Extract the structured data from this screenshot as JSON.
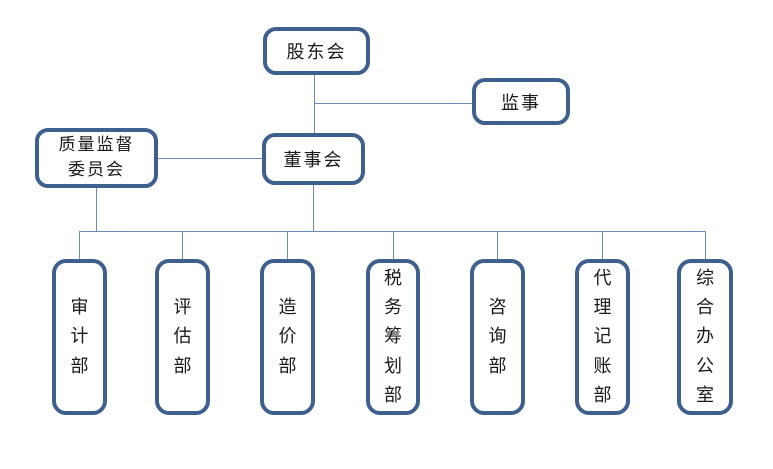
{
  "diagram": {
    "kind": "org-chart",
    "colors": {
      "box_border": "#3d608f",
      "connector": "#6b8cb8",
      "box_fill": "#ffffff",
      "text": "#1a1a1a",
      "background": "#ffffff"
    },
    "nodes": {
      "shareholders": {
        "label": "股东会"
      },
      "supervisor": {
        "label": "监事"
      },
      "quality_committee": {
        "label": "质量监督委员会",
        "lines": [
          "质量监督",
          "委员会"
        ]
      },
      "board": {
        "label": "董事会"
      },
      "departments": [
        {
          "id": "audit",
          "label": "审计部"
        },
        {
          "id": "evaluation",
          "label": "评估部"
        },
        {
          "id": "cost",
          "label": "造价部"
        },
        {
          "id": "tax-planning",
          "label": "税务筹划部"
        },
        {
          "id": "consulting",
          "label": "咨询部"
        },
        {
          "id": "bookkeeping",
          "label": "代理记账部"
        },
        {
          "id": "general-office",
          "label": "综合办公室"
        }
      ]
    },
    "edges": [
      {
        "from": "股东会",
        "to": "董事会"
      },
      {
        "from": "股东会",
        "to": "监事"
      },
      {
        "from": "质量监督委员会",
        "to": "董事会"
      },
      {
        "from": "董事会",
        "to": "审计部"
      },
      {
        "from": "董事会",
        "to": "评估部"
      },
      {
        "from": "董事会",
        "to": "造价部"
      },
      {
        "from": "董事会",
        "to": "税务筹划部"
      },
      {
        "from": "董事会",
        "to": "咨询部"
      },
      {
        "from": "董事会",
        "to": "代理记账部"
      },
      {
        "from": "董事会",
        "to": "综合办公室"
      }
    ]
  }
}
